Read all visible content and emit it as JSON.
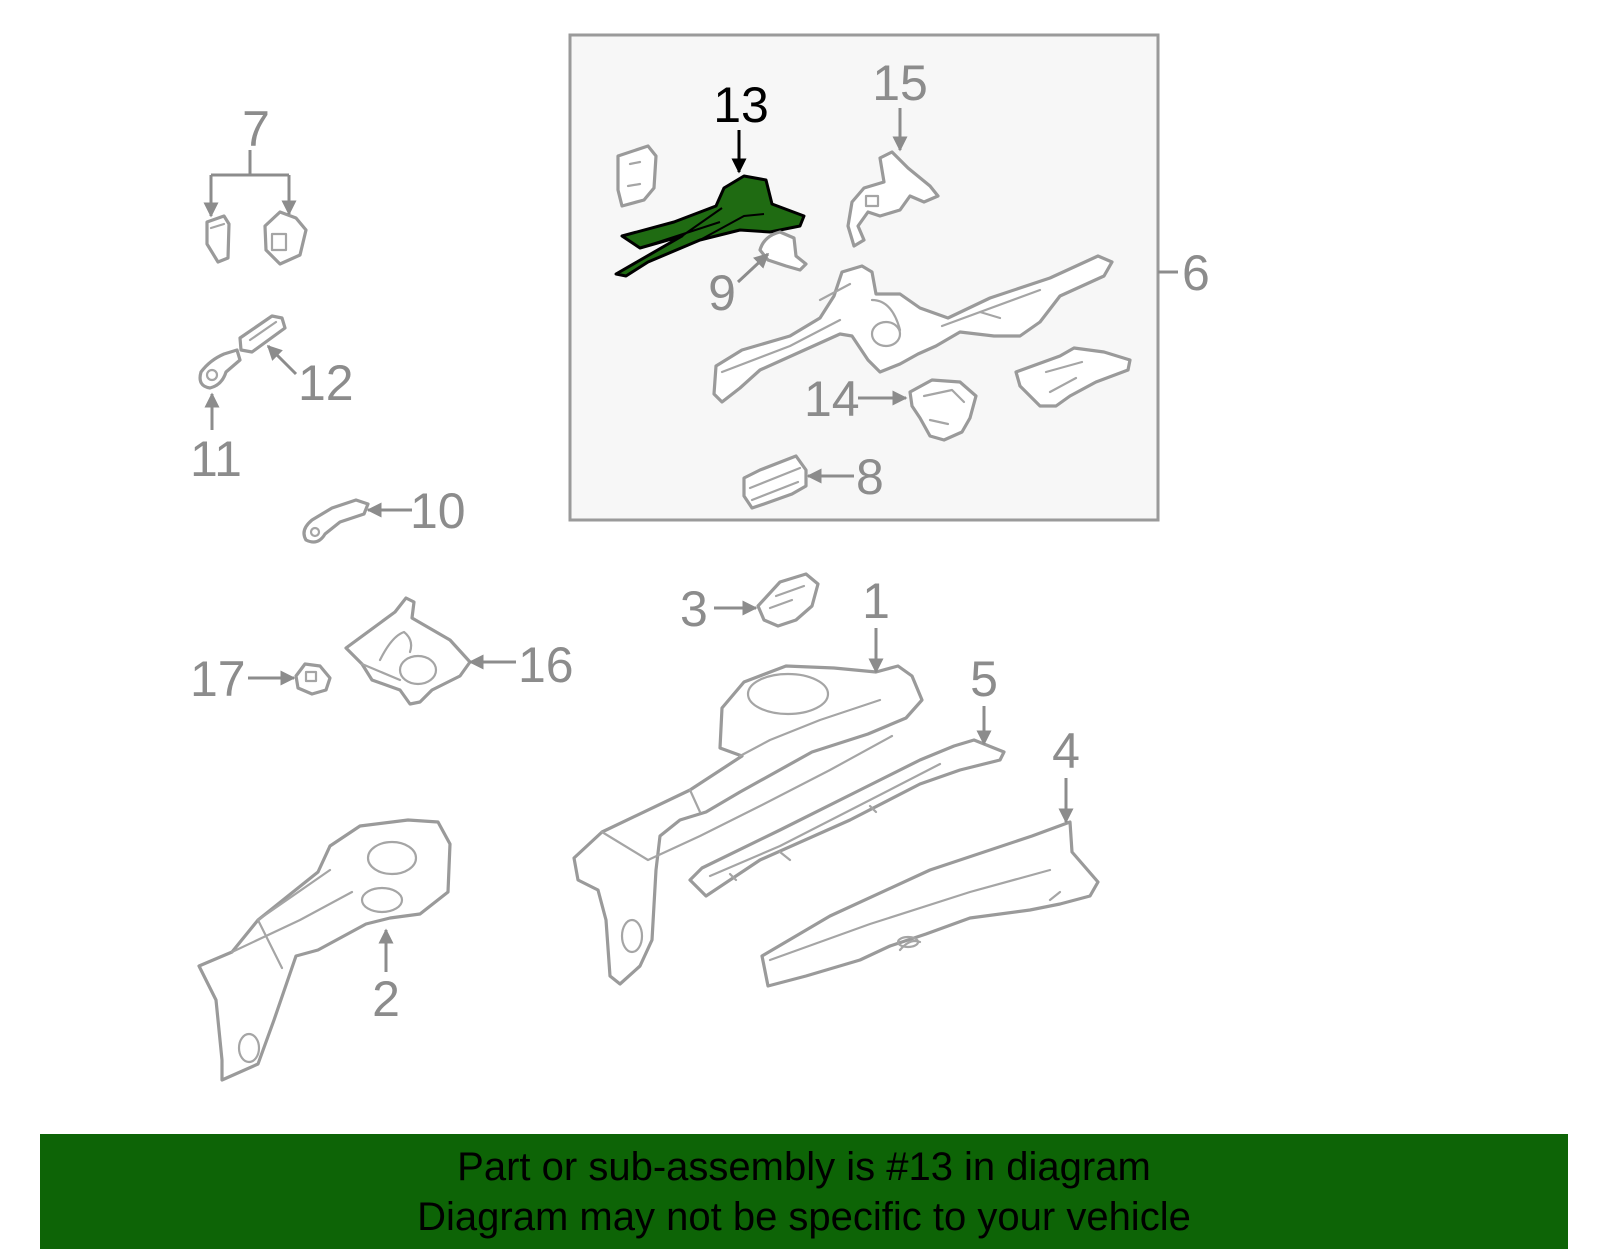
{
  "colors": {
    "background": "#ffffff",
    "inset_fill": "#f7f7f7",
    "line_gray": "#9a9a9a",
    "label_gray": "#8c8c8c",
    "highlight_part": "#1f6b12",
    "highlight_label": "#000000",
    "banner_fill": "#0d6406",
    "banner_text": "#000000"
  },
  "callouts": {
    "c1": "1",
    "c2": "2",
    "c3": "3",
    "c4": "4",
    "c5": "5",
    "c6": "6",
    "c7": "7",
    "c8": "8",
    "c9": "9",
    "c10": "10",
    "c11": "11",
    "c12": "12",
    "c13": "13",
    "c14": "14",
    "c15": "15",
    "c16": "16",
    "c17": "17"
  },
  "highlighted_part": "13",
  "banner": {
    "line1": "Part or sub-assembly is #13 in diagram",
    "line2": "Diagram may not be specific to your vehicle"
  }
}
